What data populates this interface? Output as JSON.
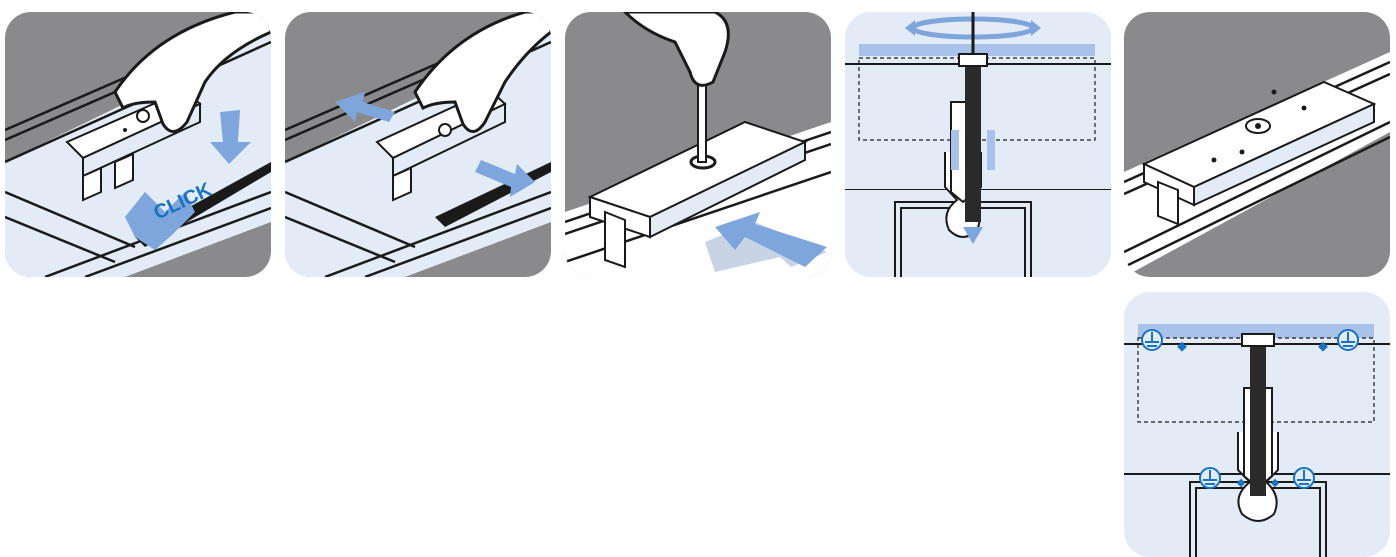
{
  "colors": {
    "gray": "#8a8a8c",
    "light_blue": "#e3ebf7",
    "mid_blue": "#a9c2ea",
    "arrow_blue": "#7fa5dd",
    "accent_blue": "#1a73c1",
    "line": "#1a1a1a"
  },
  "steps": [
    {
      "name": "step-1-click-in",
      "callout": "CLICK"
    },
    {
      "name": "step-2-slide",
      "callout": ""
    },
    {
      "name": "step-3-tighten",
      "callout": ""
    },
    {
      "name": "step-4-cross-section",
      "callout": ""
    },
    {
      "name": "step-5-finished",
      "callout": ""
    },
    {
      "name": "step-6-grounding-detail",
      "callout": ""
    }
  ],
  "icons": {
    "rotation": "rotation-arrow-icon",
    "ground": "ground-symbol-icon",
    "push": "push-arrow-icon"
  }
}
